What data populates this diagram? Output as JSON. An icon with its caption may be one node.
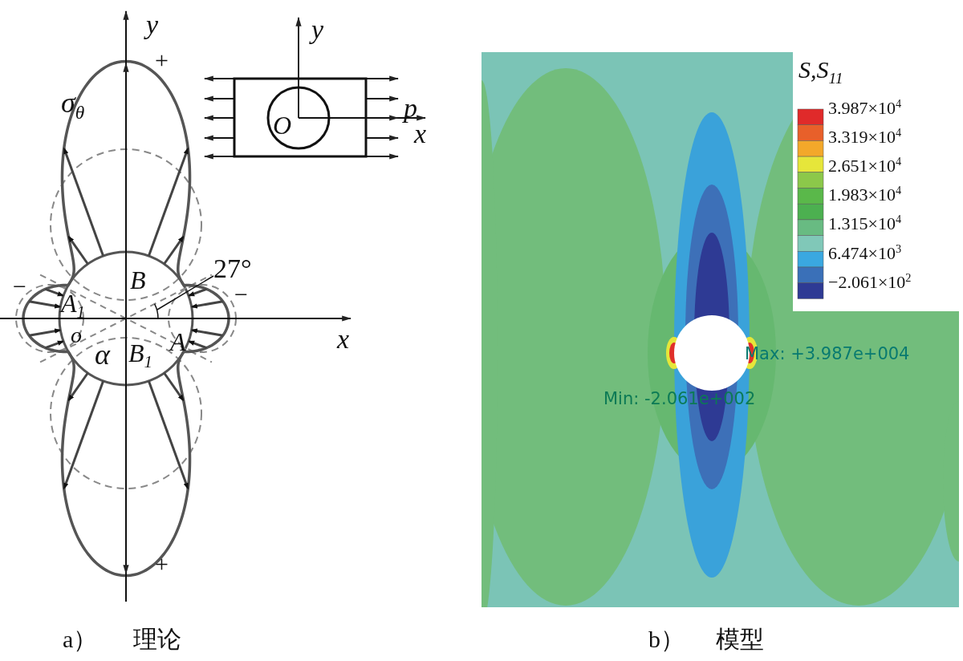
{
  "diagram": {
    "labels": [
      "y",
      "y",
      "+",
      "σ$_{θ}$",
      "p",
      "O",
      "x",
      "27°",
      "B",
      "−",
      "A$_{1}$",
      "−",
      "o",
      "x",
      "A",
      "α",
      "B$_{1}$",
      "+",
      "S,S$_{11}$",
      "3.987×10$^{4}$",
      "3.319×10$^{4}$",
      "2.651×10$^{4}$",
      "1.983×10$^{4}$",
      "1.315×10$^{4}$",
      "6.474×10$^{3}$",
      "−2.061×10$^{2}$",
      "Max: +3.987e+004",
      "Min: -2.061e+002",
      "a）",
      "理论",
      "b）",
      "模型"
    ]
  }
}
